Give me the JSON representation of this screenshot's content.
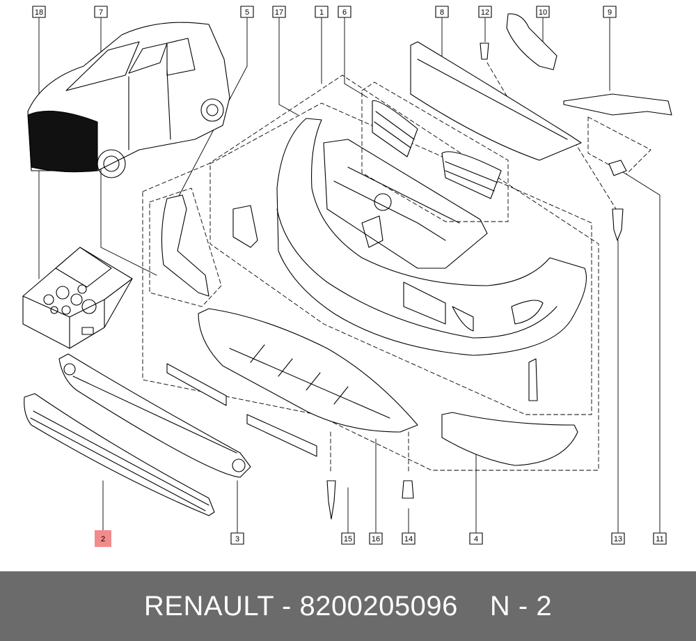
{
  "callouts": [
    {
      "label": "18"
    },
    {
      "label": "7"
    },
    {
      "label": "5"
    },
    {
      "label": "17"
    },
    {
      "label": "1"
    },
    {
      "label": "6"
    },
    {
      "label": "8"
    },
    {
      "label": "12"
    },
    {
      "label": "10"
    },
    {
      "label": "9"
    },
    {
      "label": "2",
      "highlighted": true
    },
    {
      "label": "3"
    },
    {
      "label": "15"
    },
    {
      "label": "16"
    },
    {
      "label": "14"
    },
    {
      "label": "4"
    },
    {
      "label": "13"
    },
    {
      "label": "11"
    }
  ],
  "highlight_color": "#f28b8b",
  "footer": {
    "brand_part": "RENAULT - 8200205096",
    "ref": "N - 2"
  }
}
